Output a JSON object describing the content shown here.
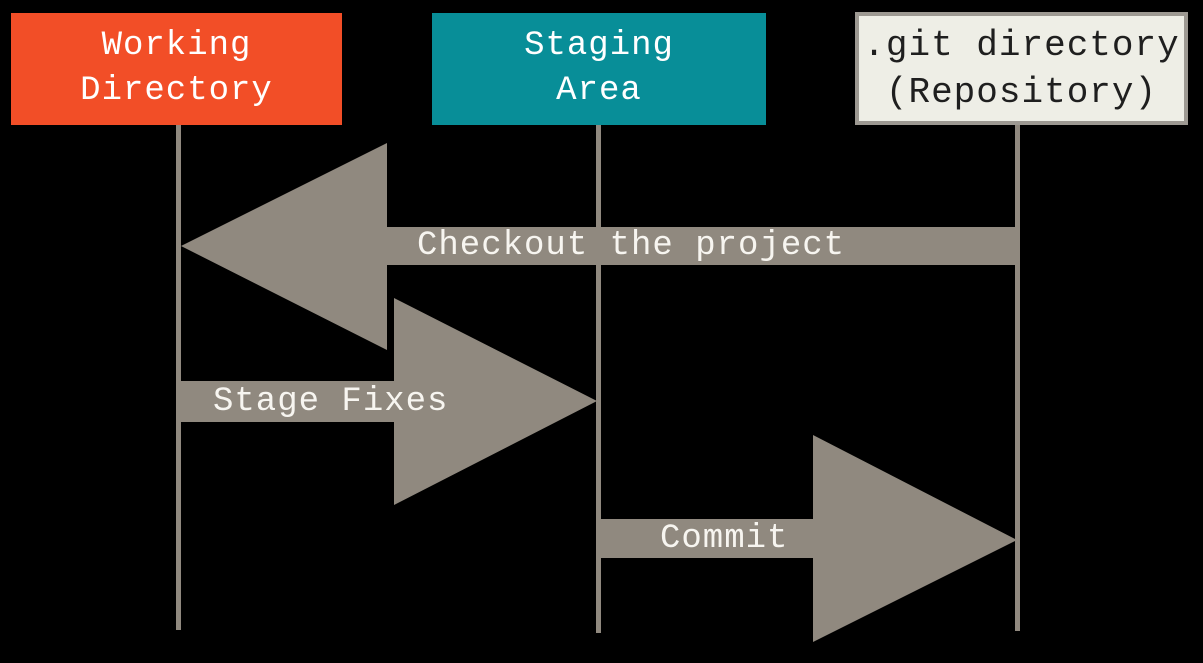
{
  "diagram": {
    "title": "git areas sequence diagram",
    "background_color": "#000000",
    "colors": {
      "working_directory_box": "#f24e27",
      "staging_area_box": "#088e98",
      "git_directory_box": "#eeeee6",
      "git_directory_border": "#9d9992",
      "arrow_and_line": "#90897f",
      "light_text": "#ffffff",
      "dark_text": "#1f1f1f"
    }
  },
  "columns": [
    {
      "id": "working-directory",
      "label": "Working\nDirectory"
    },
    {
      "id": "staging-area",
      "label": "Staging\nArea"
    },
    {
      "id": "git-directory",
      "label": ".git directory\n(Repository)"
    }
  ],
  "arrows": [
    {
      "id": "checkout",
      "label": "Checkout the project",
      "from": "git-directory",
      "to": "working-directory",
      "direction": "left"
    },
    {
      "id": "stage-fixes",
      "label": "Stage Fixes",
      "from": "working-directory",
      "to": "staging-area",
      "direction": "right"
    },
    {
      "id": "commit",
      "label": "Commit",
      "from": "staging-area",
      "to": "git-directory",
      "direction": "right"
    }
  ]
}
